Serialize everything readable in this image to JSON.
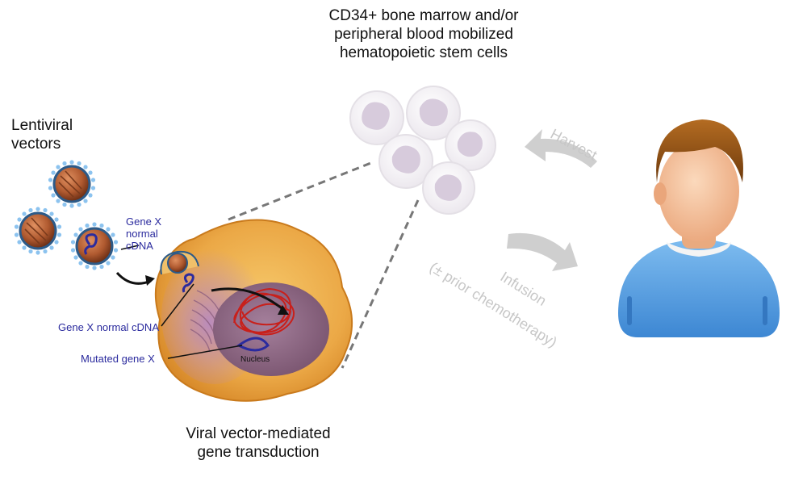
{
  "labels": {
    "stem_cells_title": [
      "CD34+ bone marrow and/or",
      "peripheral blood mobilized",
      "hematopoietic stem cells"
    ],
    "lentiviral_vectors": [
      "Lentiviral",
      "vectors"
    ],
    "gene_x_normal_cdna_small": [
      "Gene X",
      "normal",
      "cDNA"
    ],
    "gene_x_normal_cdna": "Gene X normal cDNA",
    "mutated_gene_x": "Mutated gene X",
    "nucleus": "Nucleus",
    "harvest": "Harvest",
    "infusion": "Infusion",
    "prior_chemotherapy": "(± prior chemotherapy)",
    "transduction": [
      "Viral vector-mediated",
      "gene transduction"
    ]
  },
  "colors": {
    "label_blue": "#2b2b9e",
    "faded_gray": "#c7c7c7",
    "cell_fill": "#e8a53a",
    "nucleus_fill": "#8f6a8a",
    "dna_red": "#c8201b",
    "person_shirt": "#5aa7e8",
    "person_hair": "#8a4d12",
    "person_skin": "#f3c39c"
  },
  "icons": [
    "lentiviral-vector-icon",
    "stem-cell-icon",
    "person-icon",
    "curved-arrow-icon"
  ]
}
